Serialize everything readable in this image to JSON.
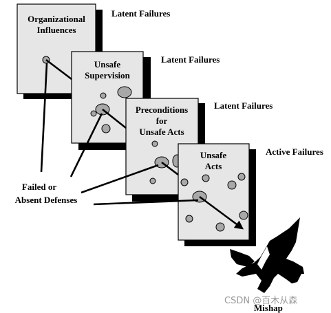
{
  "layers": [
    {
      "title_lines": [
        "Organizational",
        "Influences"
      ],
      "failure_label": "Latent Failures"
    },
    {
      "title_lines": [
        "Unsafe",
        "Supervision"
      ],
      "failure_label": "Latent Failures"
    },
    {
      "title_lines": [
        "Preconditions",
        "for",
        "Unsafe Acts"
      ],
      "failure_label": "Latent Failures"
    },
    {
      "title_lines": [
        "Unsafe",
        "Acts"
      ],
      "failure_label": "Active Failures"
    }
  ],
  "defenses_label": [
    "Failed or",
    "Absent Defenses"
  ],
  "outcome_label": "Mishap",
  "watermark": "CSDN @百木从森",
  "icons": {
    "outcome": "airplane-crash-icon"
  },
  "colors": {
    "slice_fill": "#e6e6e6",
    "hole_fill": "#a8a8a8",
    "shadow": "#000000"
  }
}
